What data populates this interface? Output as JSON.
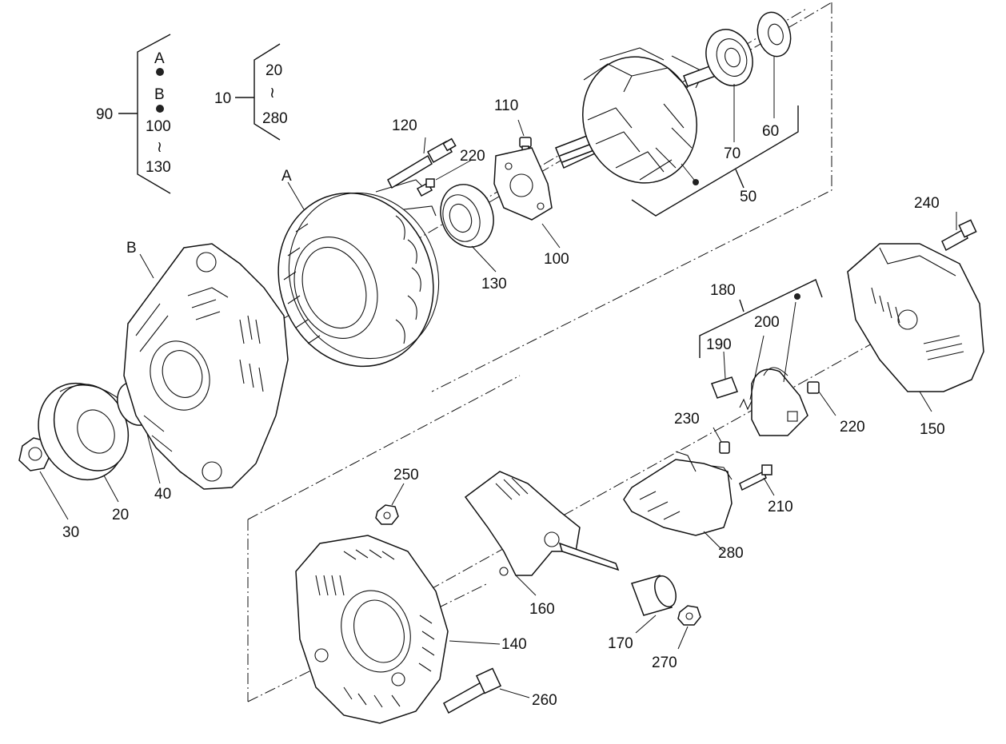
{
  "diagram": {
    "labels": {
      "l90": "90",
      "l90A": "A",
      "l90B": "B",
      "l90_100": "100",
      "l90_tilde": "≀",
      "l90_130": "130",
      "l10": "10",
      "l10_20": "20",
      "l10_tilde": "≀",
      "l10_280": "280",
      "l120": "120",
      "l110": "110",
      "l220a": "220",
      "lA": "A",
      "lB": "B",
      "l130": "130",
      "l100": "100",
      "l70": "70",
      "l60": "60",
      "l50": "50",
      "l240": "240",
      "l180": "180",
      "l190": "190",
      "l200": "200",
      "l220b": "220",
      "l150": "150",
      "l230": "230",
      "l210": "210",
      "l280": "280",
      "l250": "250",
      "l160": "160",
      "l170": "170",
      "l270": "270",
      "l140": "140",
      "l260": "260",
      "l40": "40",
      "l30": "30",
      "l20": "20"
    }
  }
}
